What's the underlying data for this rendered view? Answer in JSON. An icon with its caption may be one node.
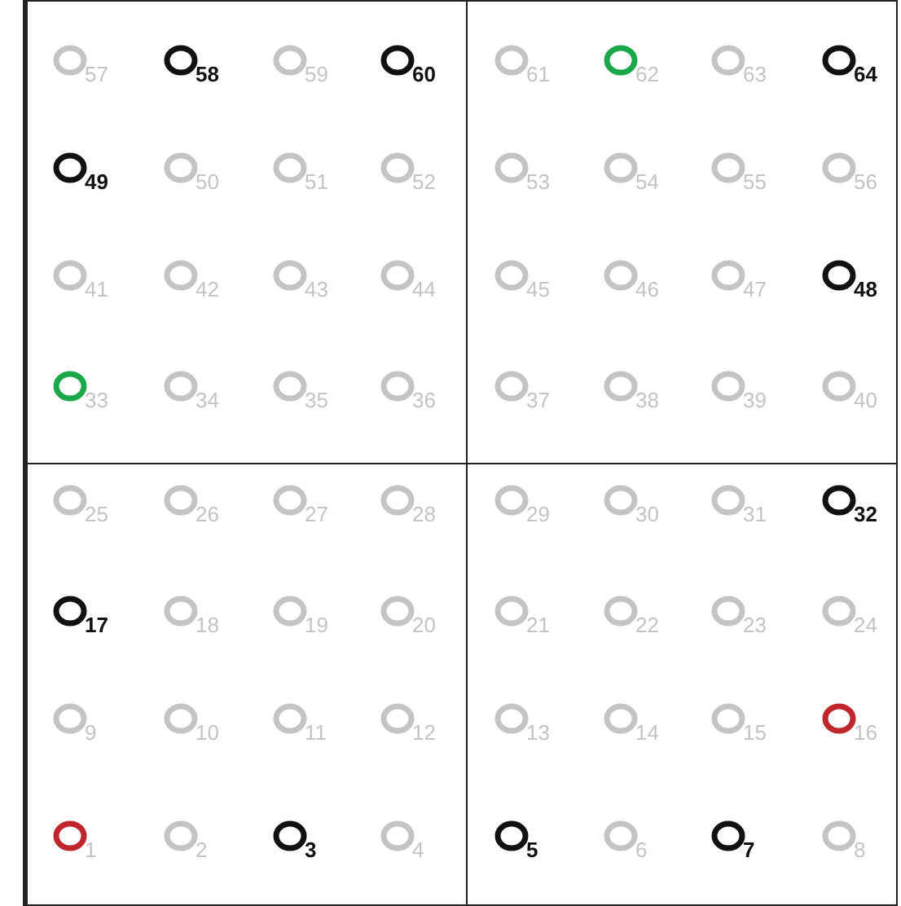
{
  "diagram": {
    "nodes": [
      {
        "text": [],
        "shape": "box"
      },
      {
        "text": [],
        "shape": "circle",
        "in": 0,
        "beside": [
          "57"
        ]
      },
      {
        "text": [],
        "shape": "circle",
        "in": 0,
        "beside": [
          "58"
        ]
      },
      {
        "text": [],
        "shape": "circle",
        "in": 0,
        "beside": [
          "59"
        ]
      },
      {
        "text": [],
        "shape": "circle",
        "in": 0,
        "beside": [
          "60"
        ]
      },
      {
        "text": [],
        "shape": "circle",
        "in": 0,
        "beside": [
          "49"
        ]
      },
      {
        "text": [],
        "shape": "circle",
        "in": 0,
        "beside": [
          "50"
        ]
      },
      {
        "text": [],
        "shape": "circle",
        "in": 0,
        "beside": [
          "51"
        ]
      },
      {
        "text": [],
        "shape": "circle",
        "in": 0,
        "beside": [
          "52"
        ]
      },
      {
        "text": [],
        "shape": "circle",
        "in": 0,
        "beside": [
          "41"
        ]
      },
      {
        "text": [],
        "shape": "circle",
        "in": 0,
        "beside": [
          "42"
        ]
      },
      {
        "text": [],
        "shape": "circle",
        "in": 0,
        "beside": [
          "43"
        ]
      },
      {
        "text": [],
        "shape": "circle",
        "in": 0,
        "beside": [
          "44"
        ]
      },
      {
        "text": [],
        "shape": "circle",
        "in": 0,
        "beside": [
          "33"
        ]
      },
      {
        "text": [],
        "shape": "circle",
        "in": 0,
        "beside": [
          "34"
        ]
      },
      {
        "text": [],
        "shape": "circle",
        "in": 0,
        "beside": [
          "35"
        ]
      },
      {
        "text": [],
        "shape": "circle",
        "in": 0,
        "beside": [
          "36"
        ]
      },
      {
        "text": [],
        "shape": "box"
      },
      {
        "text": [],
        "shape": "circle",
        "in": 17,
        "beside": [
          "61"
        ]
      },
      {
        "text": [],
        "shape": "circle",
        "in": 17,
        "beside": [
          "62"
        ]
      },
      {
        "text": [],
        "shape": "circle",
        "in": 17,
        "beside": [
          "63"
        ]
      },
      {
        "text": [],
        "shape": "circle",
        "in": 17,
        "beside": [
          "64"
        ]
      },
      {
        "text": [],
        "shape": "circle",
        "in": 17,
        "beside": [
          "53"
        ]
      },
      {
        "text": [],
        "shape": "circle",
        "in": 17,
        "beside": [
          "54"
        ]
      },
      {
        "text": [],
        "shape": "circle",
        "in": 17,
        "beside": [
          "55"
        ]
      },
      {
        "text": [],
        "shape": "circle",
        "in": 17,
        "beside": [
          "56"
        ]
      },
      {
        "text": [],
        "shape": "circle",
        "in": 17,
        "beside": [
          "45"
        ]
      },
      {
        "text": [],
        "shape": "circle",
        "in": 17,
        "beside": [
          "46"
        ]
      },
      {
        "text": [],
        "shape": "circle",
        "in": 17,
        "beside": [
          "47"
        ]
      },
      {
        "text": [],
        "shape": "circle",
        "in": 17,
        "beside": [
          "48"
        ]
      },
      {
        "text": [],
        "shape": "circle",
        "in": 17,
        "beside": [
          "37"
        ]
      },
      {
        "text": [],
        "shape": "circle",
        "in": 17,
        "beside": [
          "38"
        ]
      },
      {
        "text": [],
        "shape": "circle",
        "in": 17,
        "beside": [
          "39"
        ]
      },
      {
        "text": [],
        "shape": "circle",
        "in": 17,
        "beside": [
          "40"
        ]
      },
      {
        "text": [],
        "shape": "box"
      },
      {
        "text": [],
        "shape": "circle",
        "in": 34,
        "beside": [
          "25"
        ]
      },
      {
        "text": [],
        "shape": "circle",
        "in": 34,
        "beside": [
          "26"
        ]
      },
      {
        "text": [],
        "shape": "circle",
        "in": 34,
        "beside": [
          "27"
        ]
      },
      {
        "text": [],
        "shape": "circle",
        "in": 34,
        "beside": [
          "28"
        ]
      },
      {
        "text": [],
        "shape": "circle",
        "in": 34,
        "beside": [
          "17"
        ]
      },
      {
        "text": [],
        "shape": "circle",
        "in": 34,
        "beside": [
          "18"
        ]
      },
      {
        "text": [],
        "shape": "circle",
        "in": 34,
        "beside": [
          "19"
        ]
      },
      {
        "text": [],
        "shape": "circle",
        "in": 34,
        "beside": [
          "20"
        ]
      },
      {
        "text": [],
        "shape": "circle",
        "in": 34,
        "beside": [
          "9"
        ]
      },
      {
        "text": [],
        "shape": "circle",
        "in": 34,
        "beside": [
          "10"
        ]
      },
      {
        "text": [],
        "shape": "circle",
        "in": 34,
        "beside": [
          "11"
        ]
      },
      {
        "text": [],
        "shape": "circle",
        "in": 34,
        "beside": [
          "12"
        ]
      },
      {
        "text": [],
        "shape": "circle",
        "in": 34,
        "beside": [
          "1"
        ]
      },
      {
        "text": [],
        "shape": "circle",
        "in": 34,
        "beside": [
          "2"
        ]
      },
      {
        "text": [],
        "shape": "circle",
        "in": 34,
        "beside": [
          "3"
        ]
      },
      {
        "text": [],
        "shape": "circle",
        "in": 34,
        "beside": [
          "4"
        ]
      },
      {
        "text": [],
        "shape": "box"
      },
      {
        "text": [],
        "shape": "circle",
        "in": 51,
        "beside": [
          "29"
        ]
      },
      {
        "text": [],
        "shape": "circle",
        "in": 51,
        "beside": [
          "30"
        ]
      },
      {
        "text": [],
        "shape": "circle",
        "in": 51,
        "beside": [
          "31"
        ]
      },
      {
        "text": [],
        "shape": "circle",
        "in": 51,
        "beside": [
          "32"
        ]
      },
      {
        "text": [],
        "shape": "circle",
        "in": 51,
        "beside": [
          "21"
        ]
      },
      {
        "text": [],
        "shape": "circle",
        "in": 51,
        "beside": [
          "22"
        ]
      },
      {
        "text": [],
        "shape": "circle",
        "in": 51,
        "beside": [
          "23"
        ]
      },
      {
        "text": [],
        "shape": "circle",
        "in": 51,
        "beside": [
          "24"
        ]
      },
      {
        "text": [],
        "shape": "circle",
        "in": 51,
        "beside": [
          "13"
        ]
      },
      {
        "text": [],
        "shape": "circle",
        "in": 51,
        "beside": [
          "14"
        ]
      },
      {
        "text": [],
        "shape": "circle",
        "in": 51,
        "beside": [
          "15"
        ]
      },
      {
        "text": [],
        "shape": "circle",
        "in": 51,
        "beside": [
          "16"
        ]
      },
      {
        "text": [],
        "shape": "circle",
        "in": 51,
        "beside": [
          "5"
        ]
      },
      {
        "text": [],
        "shape": "circle",
        "in": 51,
        "beside": [
          "6"
        ]
      },
      {
        "text": [],
        "shape": "circle",
        "in": 51,
        "beside": [
          "7"
        ]
      },
      {
        "text": [],
        "shape": "circle",
        "in": 51,
        "beside": [
          "8"
        ]
      }
    ],
    "edges": []
  }
}
